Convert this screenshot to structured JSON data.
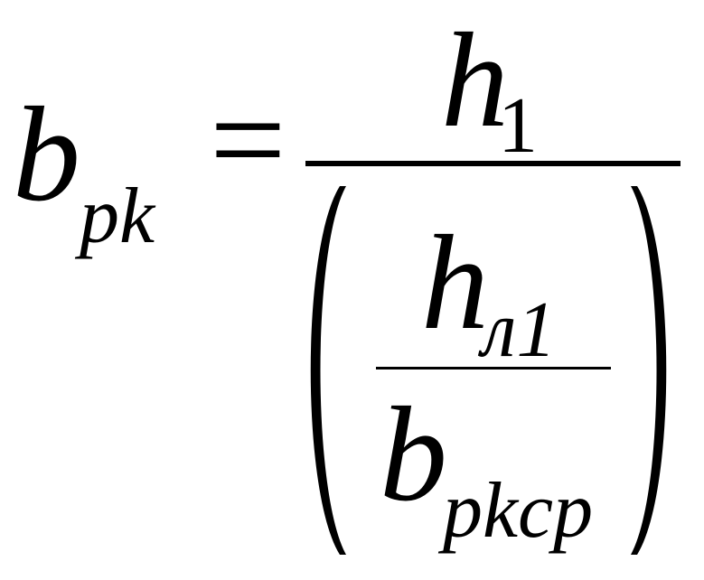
{
  "formula": {
    "lhs": {
      "variable": "b",
      "subscript": "pk"
    },
    "equals": "=",
    "numerator": {
      "variable": "h",
      "subscript": "1"
    },
    "denominator": {
      "numerator": {
        "variable": "h",
        "subscript": "л1"
      },
      "denominator": {
        "variable": "b",
        "subscript": "pkcp"
      }
    }
  }
}
